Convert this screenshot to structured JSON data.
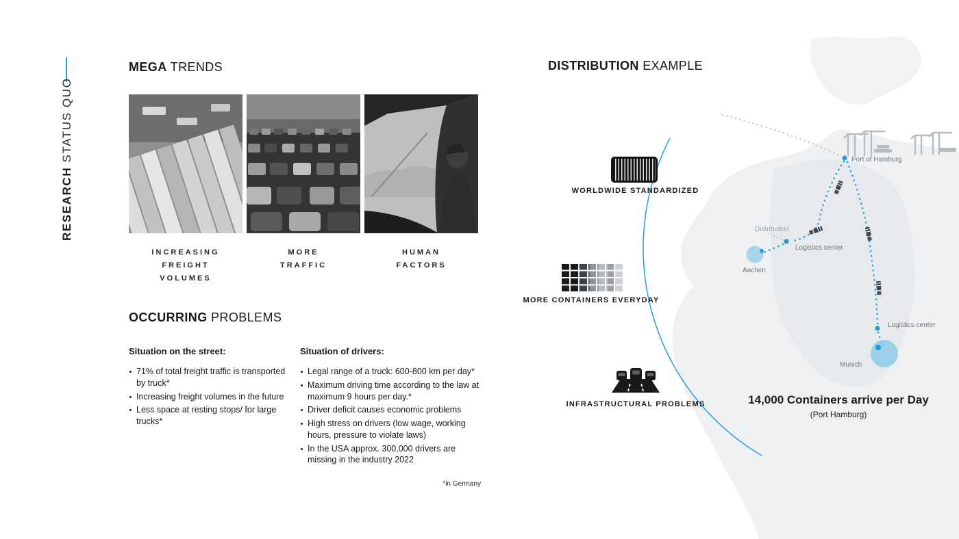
{
  "colors": {
    "accent_blue": "#2b9cd8",
    "map_gray": "#eef0f2",
    "ink": "#1a1a1a"
  },
  "sidebar": {
    "title_bold": "RESEARCH",
    "title_rest": " STATUS QUO"
  },
  "mega_trends": {
    "title_bold": "MEGA",
    "title_rest": " TRENDS",
    "items": [
      {
        "image": "freight-containers-aerial-photo",
        "caption": "INCREASING\nFREIGHT\nVOLUMES"
      },
      {
        "image": "traffic-jam-photo",
        "caption": "MORE\nTRAFFIC"
      },
      {
        "image": "truck-driver-cab-photo",
        "caption": "HUMAN\nFACTORS"
      }
    ]
  },
  "occurring_problems": {
    "title_bold": "OCCURRING",
    "title_rest": " PROBLEMS",
    "columns": [
      {
        "heading": "Situation on the street:",
        "bullets": [
          "71% of total freight traffic is transported by truck*",
          "Increasing freight volumes in the future",
          "Less space at resting stops/ for large trucks*"
        ]
      },
      {
        "heading": "Situation of drivers:",
        "bullets": [
          "Legal range of a truck: 600-800 km per day*",
          "Maximum driving time according to the law at maximum 9 hours per day.*",
          "Driver deficit causes economic problems",
          "High stress on drivers (low wage, working hours, pressure to violate laws)",
          "In the USA approx. 300,000 drivers are missing in the industry 2022"
        ]
      }
    ],
    "footnote": "*in Germany"
  },
  "distribution": {
    "title_bold": "DISTRIBUTION",
    "title_rest": " EXAMPLE",
    "features": [
      {
        "icon": "shipping-container-icon",
        "label": "WORLDWIDE STANDARDIZED"
      },
      {
        "icon": "container-grid-icon",
        "label": "MORE CONTAINERS EVERYDAY"
      },
      {
        "icon": "traffic-road-icon",
        "label": "INFRASTRUCTURAL PROBLEMS"
      }
    ],
    "map": {
      "port_label": "Port of Hamburg",
      "distribution_label": "Distribution",
      "logistics_center_1_label": "Logistics center",
      "aachen_label": "Aachen",
      "logistics_center_2_label": "Logistics center",
      "munich_label": "Munich"
    },
    "stat": {
      "line1": "14,000 Containers arrive per Day",
      "line2": "(Port Hamburg)"
    }
  }
}
